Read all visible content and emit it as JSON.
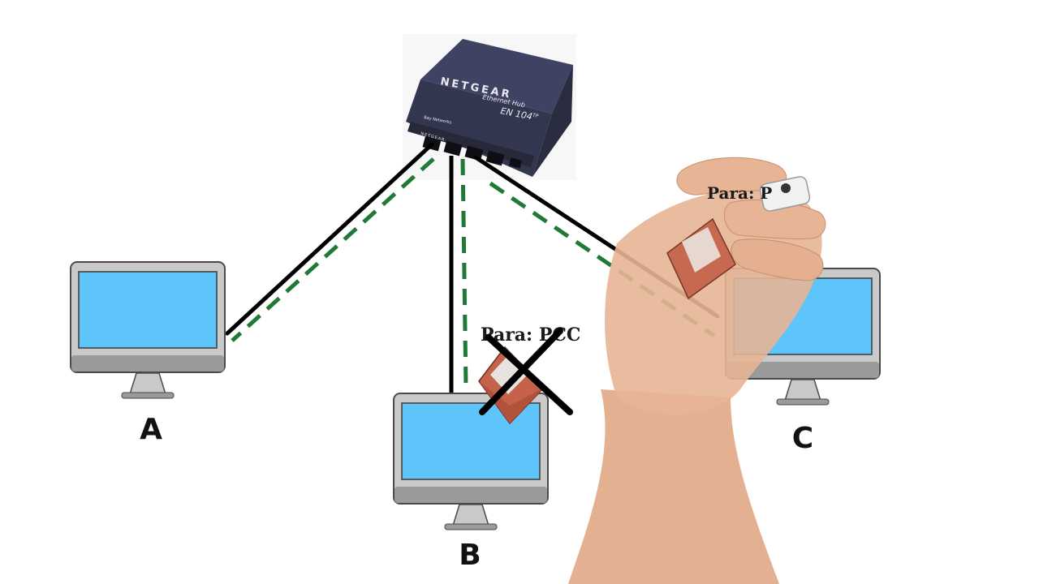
{
  "hub": {
    "brand": "NETGEAR",
    "product": "Ethernet Hub",
    "model": "EN 104",
    "model_suffix": "TP",
    "maker": "Bay Networks",
    "front_brand": "NETGEAR"
  },
  "computers": {
    "a": {
      "label": "A"
    },
    "b": {
      "label": "B"
    },
    "c": {
      "label": "C"
    }
  },
  "packets": {
    "near_b": {
      "address": "Para: PCC"
    },
    "in_hand": {
      "address": "Para: P"
    }
  },
  "colors": {
    "cable": "#000000",
    "signal": "#1e7a34",
    "screen": "#5ec4fa",
    "monitor_frame": "#c9c9c9",
    "envelope": "#c4634a",
    "hub_body": "#3a3d5c",
    "skin": "#e7b596"
  },
  "icons": {
    "monitor": "monitor-icon",
    "envelope": "envelope-icon",
    "blocked": "x-mark-icon",
    "hand": "hand-with-marker"
  }
}
